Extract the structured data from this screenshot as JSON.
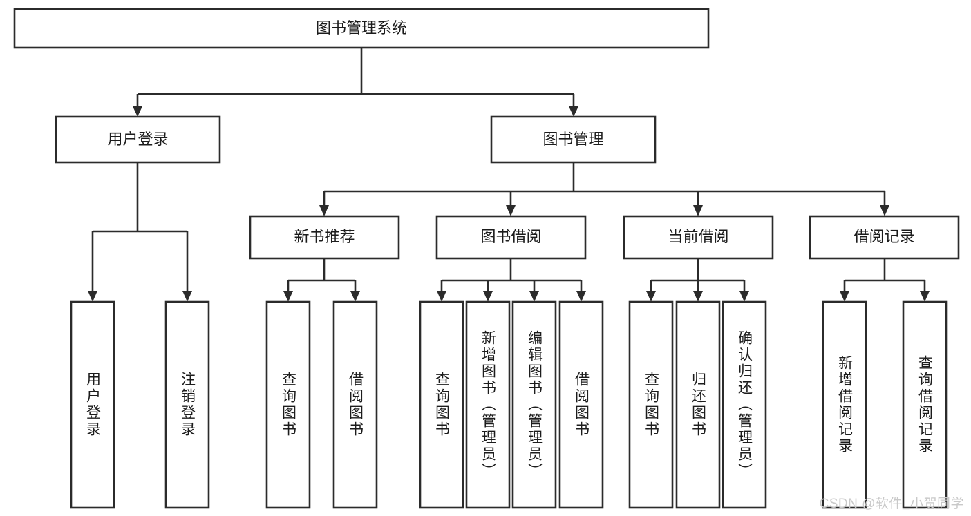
{
  "diagram": {
    "title": "图书管理系统",
    "type": "tree",
    "root": {
      "id": "root",
      "label": "图书管理系统",
      "orientation": "horizontal"
    },
    "level1": [
      {
        "id": "user-login",
        "label": "用户登录",
        "orientation": "horizontal"
      },
      {
        "id": "book-management",
        "label": "图书管理",
        "orientation": "horizontal"
      }
    ],
    "level2": [
      {
        "id": "new-book-recommend",
        "label": "新书推荐",
        "orientation": "horizontal",
        "parent": "book-management"
      },
      {
        "id": "book-borrow",
        "label": "图书借阅",
        "orientation": "horizontal",
        "parent": "book-management"
      },
      {
        "id": "current-borrow",
        "label": "当前借阅",
        "orientation": "horizontal",
        "parent": "book-management"
      },
      {
        "id": "borrow-record",
        "label": "借阅记录",
        "orientation": "horizontal",
        "parent": "book-management"
      }
    ],
    "leaves": [
      {
        "id": "leaf-user-login",
        "label": "用户登录",
        "orientation": "vertical",
        "parent": "user-login"
      },
      {
        "id": "leaf-user-logout",
        "label": "注销登录",
        "orientation": "vertical",
        "parent": "user-login"
      },
      {
        "id": "leaf-query-book-1",
        "label": "查询图书",
        "orientation": "vertical",
        "parent": "new-book-recommend"
      },
      {
        "id": "leaf-borrow-book-1",
        "label": "借阅图书",
        "orientation": "vertical",
        "parent": "new-book-recommend"
      },
      {
        "id": "leaf-query-book-2",
        "label": "查询图书",
        "orientation": "vertical",
        "parent": "book-borrow"
      },
      {
        "id": "leaf-add-book",
        "label": "新增图书（管理员）",
        "orientation": "vertical",
        "parent": "book-borrow"
      },
      {
        "id": "leaf-edit-book",
        "label": "编辑图书（管理员）",
        "orientation": "vertical",
        "parent": "book-borrow"
      },
      {
        "id": "leaf-borrow-book-2",
        "label": "借阅图书",
        "orientation": "vertical",
        "parent": "book-borrow"
      },
      {
        "id": "leaf-query-book-3",
        "label": "查询图书",
        "orientation": "vertical",
        "parent": "current-borrow"
      },
      {
        "id": "leaf-return-book",
        "label": "归还图书",
        "orientation": "vertical",
        "parent": "current-borrow"
      },
      {
        "id": "leaf-confirm-return",
        "label": "确认归还（管理员）",
        "orientation": "vertical",
        "parent": "current-borrow"
      },
      {
        "id": "leaf-add-record",
        "label": "新增借阅记录",
        "orientation": "vertical",
        "parent": "borrow-record"
      },
      {
        "id": "leaf-query-record",
        "label": "查询借阅记录",
        "orientation": "vertical",
        "parent": "borrow-record"
      }
    ],
    "colors": {
      "box_stroke": "#2b2b2b",
      "box_fill": "#ffffff",
      "text": "#1c1c1c",
      "connector": "#2b2b2b",
      "background": "#ffffff",
      "watermark": "#c9c9c9"
    }
  },
  "watermark": {
    "text": "CSDN @软件_小贺同学"
  }
}
